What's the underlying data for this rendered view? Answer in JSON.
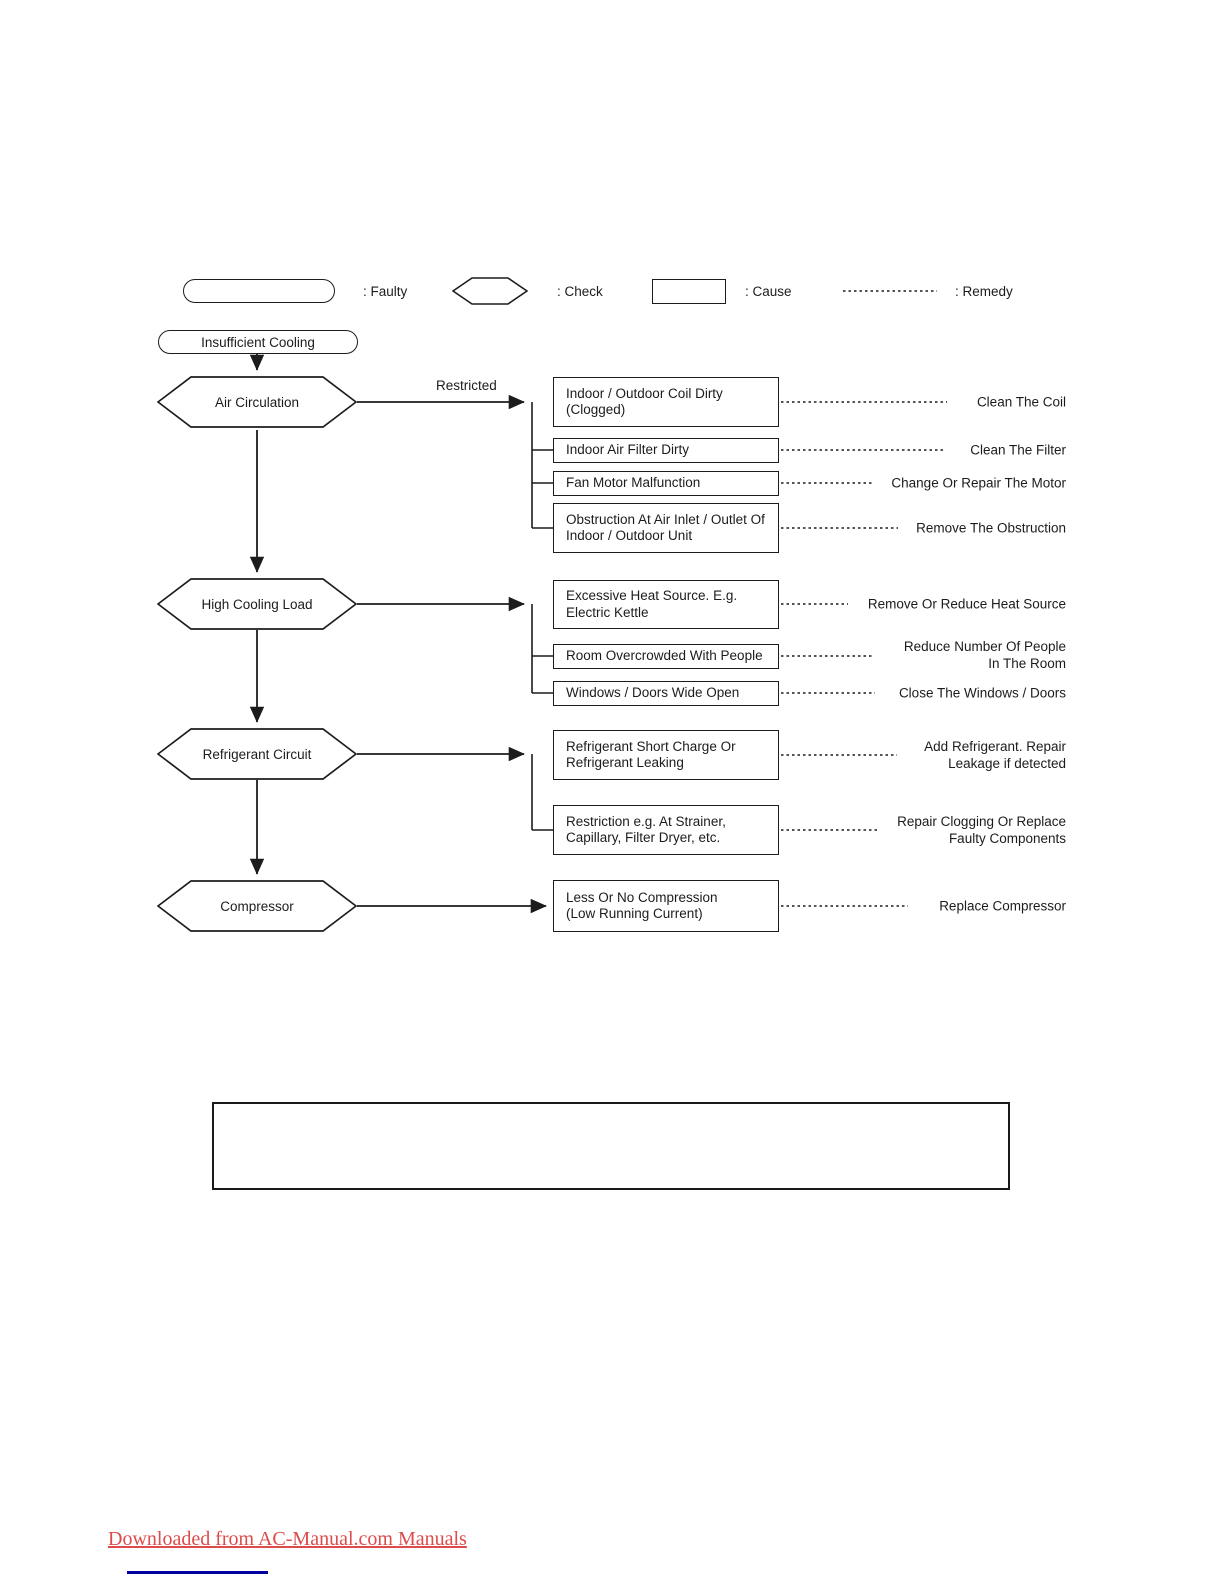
{
  "legend": {
    "faulty": ": Faulty",
    "check": ": Check",
    "cause": ": Cause",
    "remedy": ": Remedy"
  },
  "flow": {
    "start": "Insufficient Cooling",
    "sections": [
      {
        "check": "Air Circulation",
        "arrow_label": "Restricted",
        "causes": [
          {
            "text": "Indoor / Outdoor Coil Dirty\n(Clogged)",
            "remedy": "Clean The Coil"
          },
          {
            "text": "Indoor Air Filter Dirty",
            "remedy": "Clean The Filter"
          },
          {
            "text": "Fan Motor Malfunction",
            "remedy": "Change Or Repair The Motor"
          },
          {
            "text": "Obstruction At Air Inlet / Outlet Of\nIndoor / Outdoor Unit",
            "remedy": "Remove The Obstruction"
          }
        ]
      },
      {
        "check": "High Cooling Load",
        "causes": [
          {
            "text": "Excessive Heat Source. E.g.\nElectric Kettle",
            "remedy": "Remove Or Reduce Heat Source"
          },
          {
            "text": "Room Overcrowded With People",
            "remedy": "Reduce Number Of People\nIn The Room"
          },
          {
            "text": "Windows / Doors Wide Open",
            "remedy": "Close The Windows / Doors"
          }
        ]
      },
      {
        "check": "Refrigerant Circuit",
        "causes": [
          {
            "text": "Refrigerant Short Charge Or\nRefrigerant Leaking",
            "remedy": "Add Refrigerant. Repair\nLeakage if detected"
          },
          {
            "text": "Restriction e.g. At Strainer,\nCapillary, Filter Dryer, etc.",
            "remedy": "Repair Clogging Or Replace\nFaulty Components"
          }
        ]
      },
      {
        "check": "Compressor",
        "causes": [
          {
            "text": "Less Or No Compression\n(Low Running Current)",
            "remedy": "Replace Compressor"
          }
        ]
      }
    ]
  },
  "footer": {
    "link_text": "Downloaded from AC-Manual.com Manuals"
  },
  "colors": {
    "line": "#1c1c1c",
    "footer_link": "#dd4b4b",
    "cutoff_link": "#0000a0"
  }
}
